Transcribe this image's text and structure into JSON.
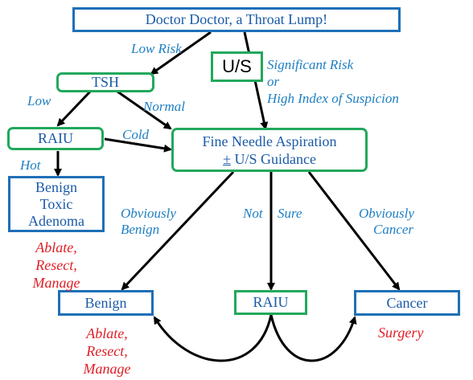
{
  "title": "Doctor Doctor, a Throat Lump!",
  "nodes": {
    "us": "U/S",
    "tsh": "TSH",
    "raiu_top": "RAIU",
    "fna_line1": "Fine Needle Aspiration",
    "fna_pm": "±",
    "fna_line2": "U/S Guidance",
    "toxic_line1": "Benign",
    "toxic_line2": "Toxic",
    "toxic_line3": "Adenoma",
    "benign": "Benign",
    "raiu_bottom": "RAIU",
    "cancer": "Cancer"
  },
  "edge_labels": {
    "low_risk": "Low Risk",
    "significant_line1": "Significant Risk",
    "significant_line2": "or",
    "significant_line3": "High Index of Suspicion",
    "low": "Low",
    "normal": "Normal",
    "cold": "Cold",
    "hot": "Hot",
    "obviously_benign_line1": "Obviously",
    "obviously_benign_line2": "Benign",
    "not_sure_1": "Not",
    "not_sure_2": "Sure",
    "obviously_cancer_line1": "Obviously",
    "obviously_cancer_line2": "Cancer"
  },
  "treatments": {
    "toxic": [
      "Ablate,",
      "Resect,",
      "Manage"
    ],
    "benign": [
      "Ablate,",
      "Resect,",
      "Manage"
    ],
    "cancer": "Surgery"
  },
  "colors": {
    "blue_border": "#1e6fb8",
    "green_border": "#22a85c",
    "text_blue": "#1a5aa6",
    "label_blue": "#1e7fc2",
    "red": "#e01e26",
    "arrow": "#000000"
  }
}
